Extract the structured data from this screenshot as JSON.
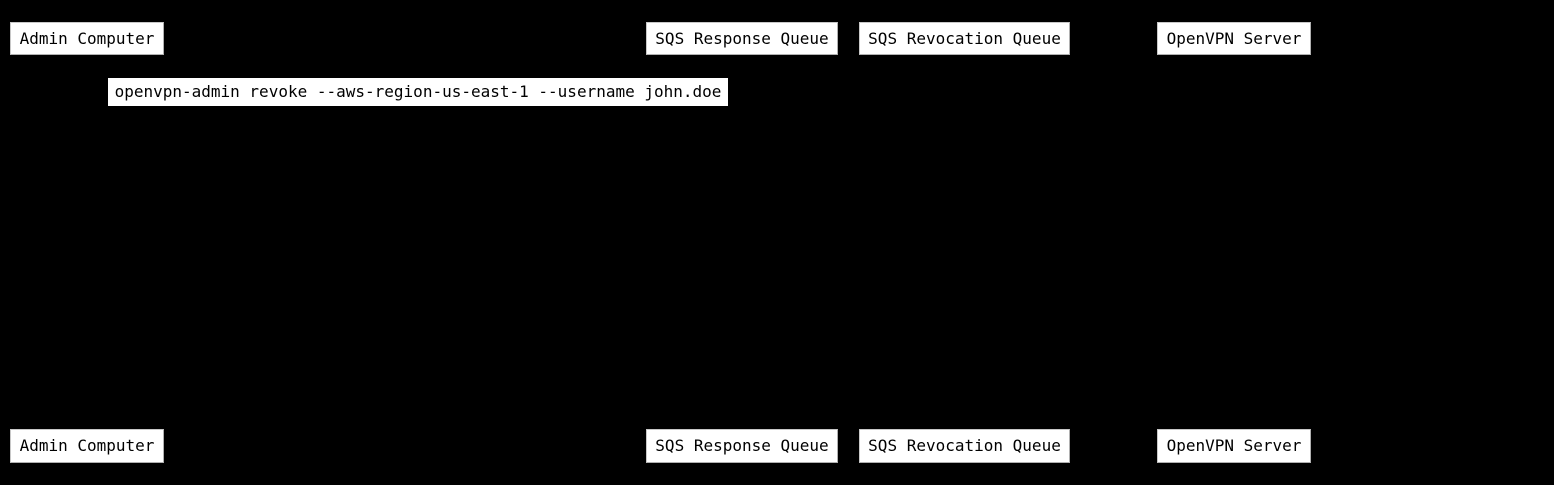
{
  "diagram": {
    "type": "sequence-diagram",
    "actors": [
      "Admin Computer",
      "SQS Response Queue",
      "SQS Revocation Queue",
      "OpenVPN Server"
    ],
    "messages": [
      "openvpn-admin revoke --aws-region-us-east-1 --username john.doe"
    ],
    "colors": {
      "background": "#000000",
      "box_fill": "#ffffff",
      "box_text": "#000000",
      "box_border": "#c8c8c8"
    }
  }
}
